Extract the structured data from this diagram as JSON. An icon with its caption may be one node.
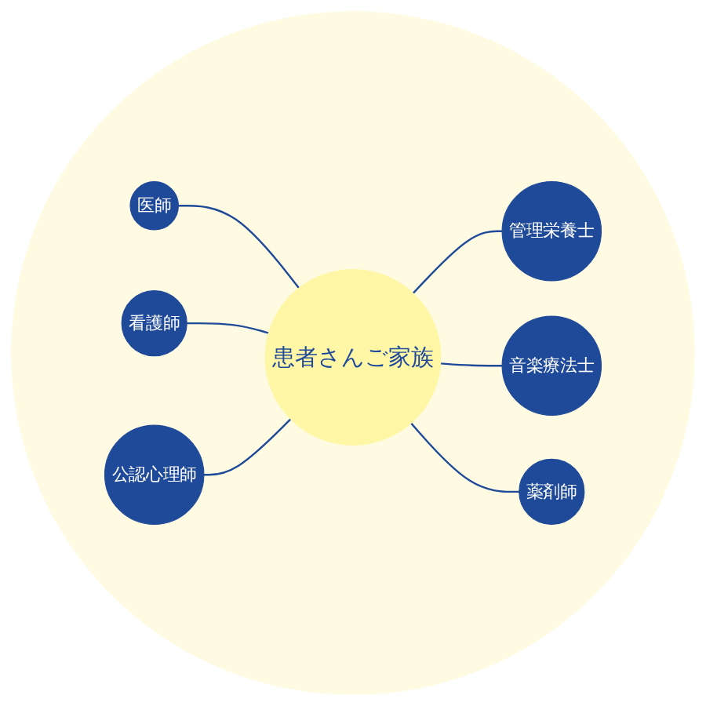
{
  "diagram": {
    "nodes": [
      {
        "text": [],
        "shape": "circle"
      },
      {
        "text": [
          "患者さんご家族"
        ],
        "in": 0
      },
      {
        "text": [
          "医師"
        ],
        "in": 0
      },
      {
        "text": [
          "看護師"
        ],
        "in": 0
      },
      {
        "text": [
          "管理栄養士"
        ],
        "in": 0
      },
      {
        "text": [
          "音楽療法士"
        ],
        "in": 0
      },
      {
        "text": [
          "薬剤師"
        ],
        "in": 0
      },
      {
        "text": [
          "公認心理師"
        ],
        "in": 0
      }
    ],
    "edges": [
      {
        "from": 1,
        "to": 2,
        "arrow": "none"
      },
      {
        "from": 1,
        "to": 3,
        "arrow": "none"
      },
      {
        "from": 1,
        "to": 4,
        "arrow": "none"
      },
      {
        "from": 1,
        "to": 5,
        "arrow": "none"
      },
      {
        "from": 1,
        "to": 6,
        "arrow": "none"
      },
      {
        "from": 1,
        "to": 7,
        "arrow": "none"
      }
    ]
  }
}
